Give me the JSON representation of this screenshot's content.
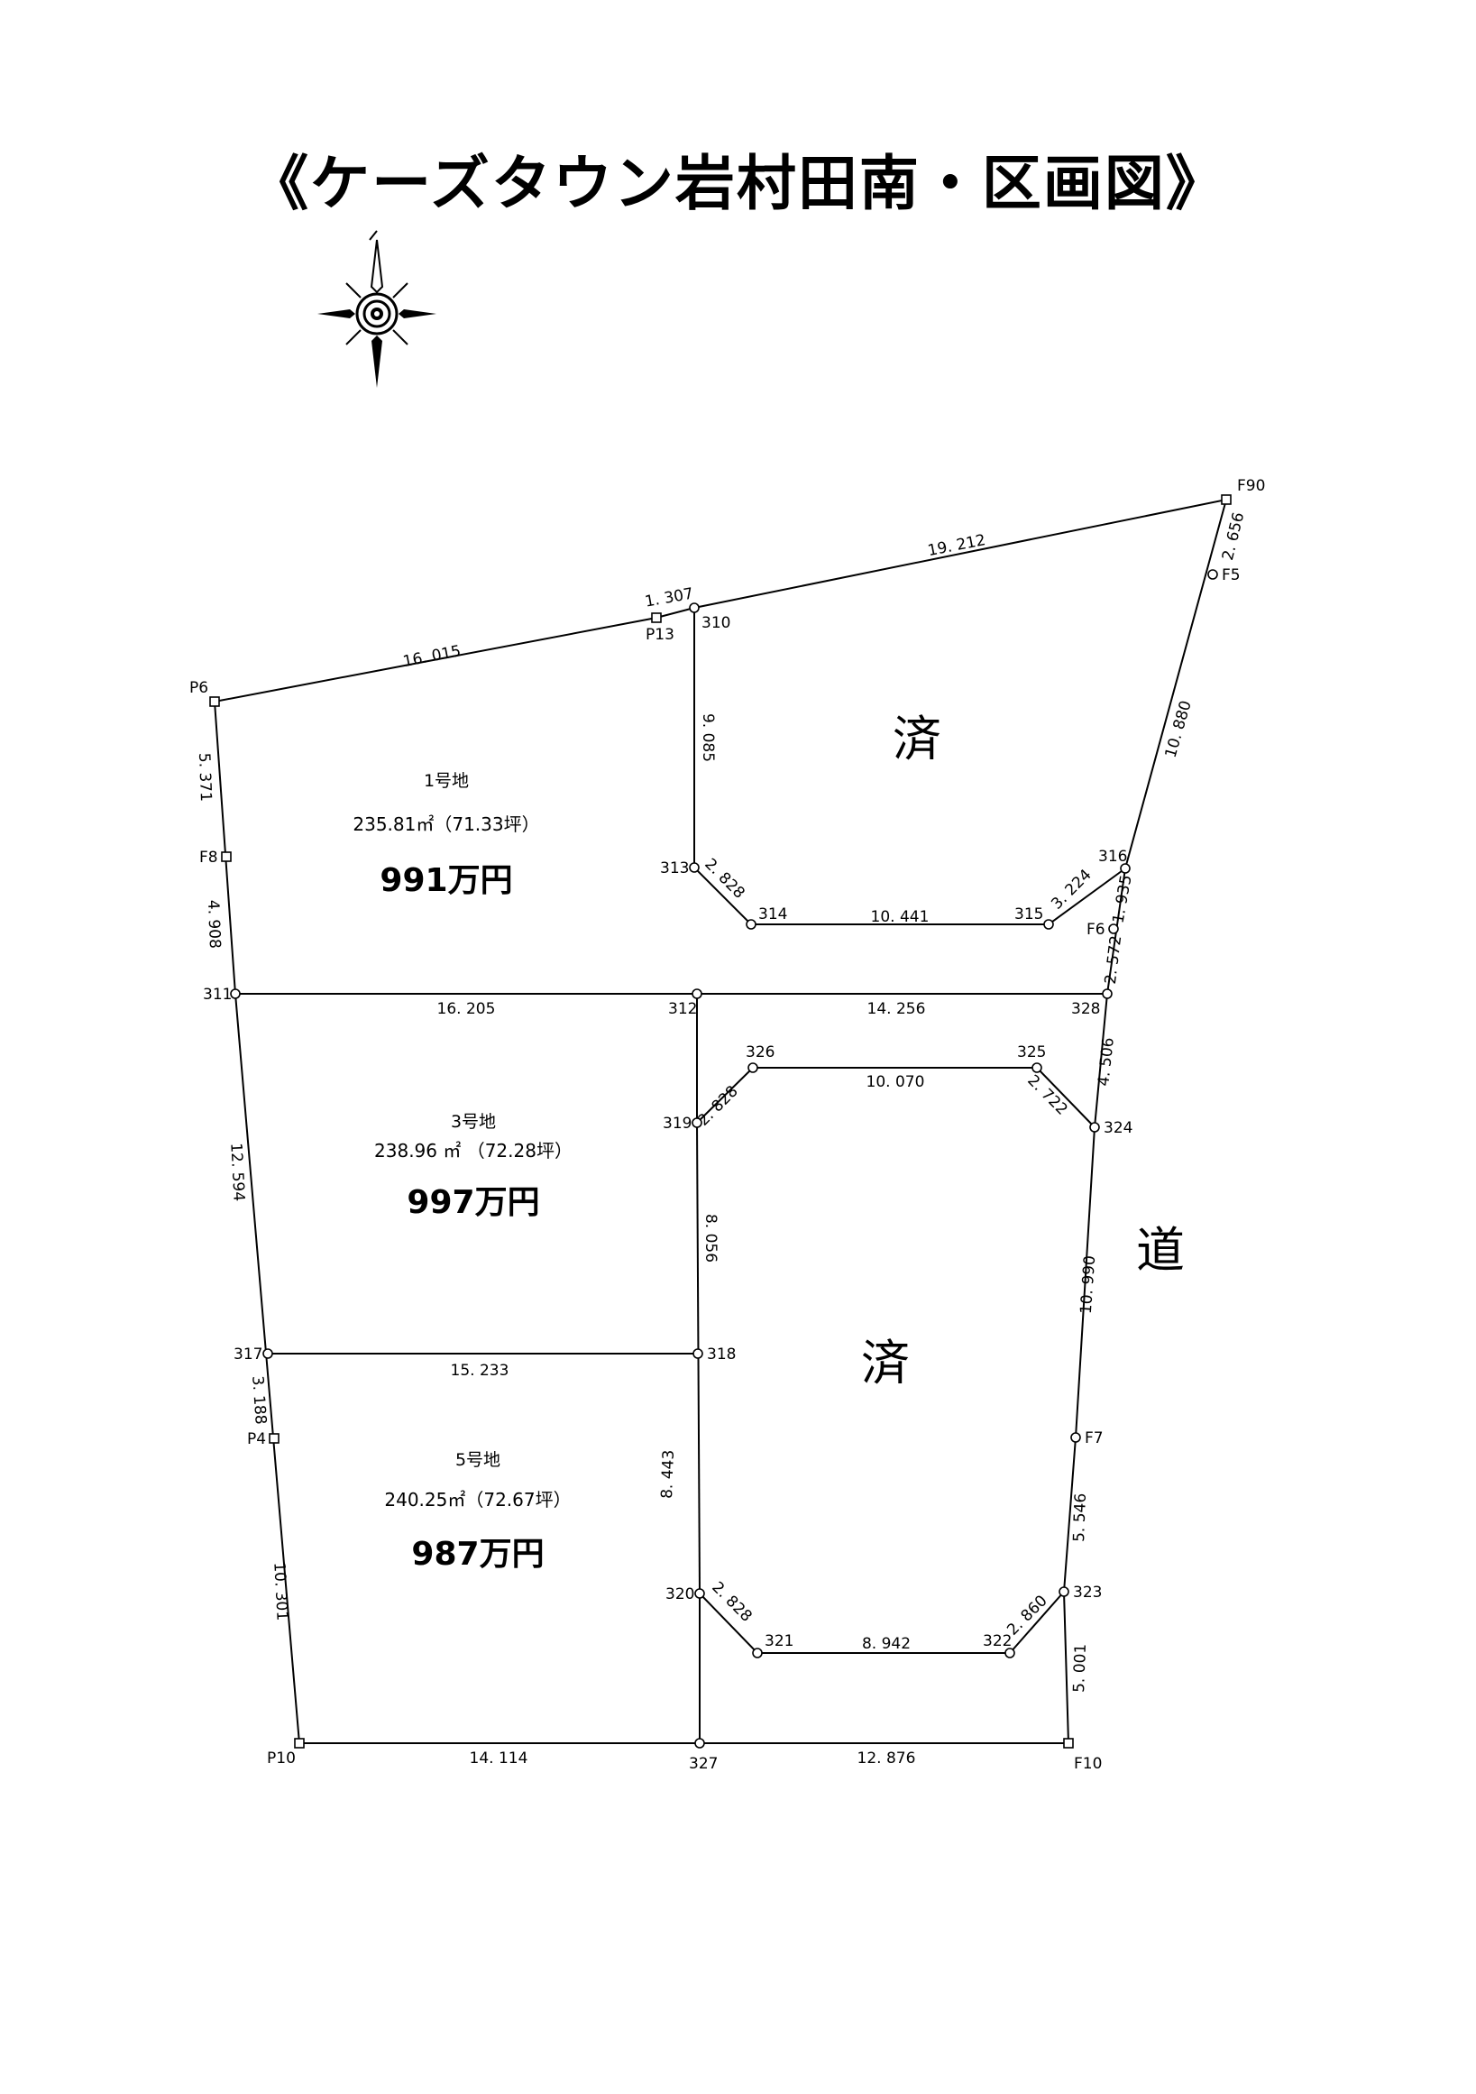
{
  "title": "《ケーズタウン岩村田南・区画図》",
  "compass": {
    "icon": "north-arrow-compass-icon"
  },
  "road_label": "道",
  "sold_mark": "済",
  "points": {
    "F90": "F90",
    "F5": "F5",
    "310": "310",
    "P13": "P13",
    "P6": "P6",
    "F8": "F8",
    "313": "313",
    "314": "314",
    "315": "315",
    "316": "316",
    "F6": "F6",
    "311": "311",
    "312": "312",
    "328": "328",
    "326": "326",
    "325": "325",
    "319": "319",
    "324": "324",
    "317": "317",
    "318": "318",
    "P4": "P4",
    "F7": "F7",
    "320": "320",
    "321": "321",
    "322": "322",
    "323": "323",
    "P10": "P10",
    "327": "327",
    "F10": "F10"
  },
  "distances": {
    "p6_p13": "16. 015",
    "p13_310": "1. 307",
    "310_f90": "19. 212",
    "f90_f5": "2. 656",
    "f5_316": "10. 880",
    "310_313": "9. 085",
    "313_314": "2. 828",
    "314_315": "10. 441",
    "315_316": "3. 224",
    "316_f6": "1. 935",
    "f6_328": "2. 572",
    "p6_f8": "5. 371",
    "f8_311": "4. 908",
    "311_312": "16. 205",
    "312_328": "14. 256",
    "328_324": "4. 506",
    "326_319": "2. 828",
    "326_325": "10. 070",
    "325_324": "2. 722",
    "319_318": "8. 056",
    "324_f7": "10. 990",
    "311_317": "12. 594",
    "317_318": "15. 233",
    "317_p4": "3. 188",
    "318_320": "8. 443",
    "p4_p10": "10. 301",
    "320_321": "2. 828",
    "321_322": "8. 942",
    "322_323": "2. 860",
    "f7_323": "5. 546",
    "323_f10": "5. 001",
    "p10_327": "14. 114",
    "327_f10": "12. 876"
  },
  "lots": [
    {
      "name": "1号地",
      "area": "235.81㎡（71.33坪）",
      "price": "991万円"
    },
    {
      "name": "3号地",
      "area": "238.96 ㎡ （72.28坪）",
      "price": "997万円"
    },
    {
      "name": "5号地",
      "area": "240.25㎡（72.67坪）",
      "price": "987万円"
    }
  ]
}
